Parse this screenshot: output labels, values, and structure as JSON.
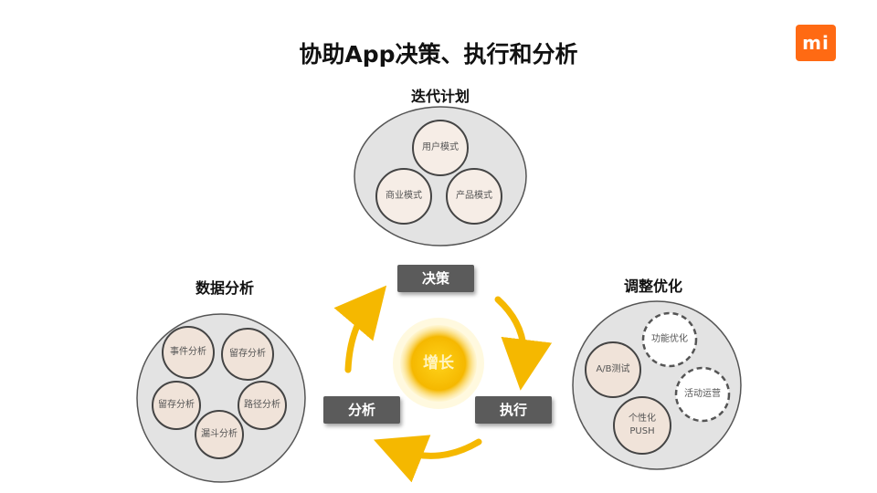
{
  "title": "协助App决策、执行和分析",
  "logo_text": "mi",
  "colors": {
    "accent": "#ff6a13",
    "arrow": "#f5b800",
    "box": "#5b5b5b",
    "circle_outer": "#e3e3e3",
    "circle_inner": "#f0e3d9"
  },
  "sections": {
    "iteration": {
      "label": "迭代计划",
      "items": [
        "用户模式",
        "商业模式",
        "产品模式"
      ]
    },
    "analysis": {
      "label": "数据分析",
      "items": [
        "事件分析",
        "留存分析",
        "路径分析",
        "漏斗分析",
        "留存分析"
      ]
    },
    "optimize": {
      "label": "调整优化",
      "items": [
        "功能优化",
        "A/B测试",
        "活动运营",
        "个性化PUSH"
      ]
    }
  },
  "cycle": {
    "decide": "决策",
    "execute": "执行",
    "analyze": "分析",
    "center": "增长"
  }
}
